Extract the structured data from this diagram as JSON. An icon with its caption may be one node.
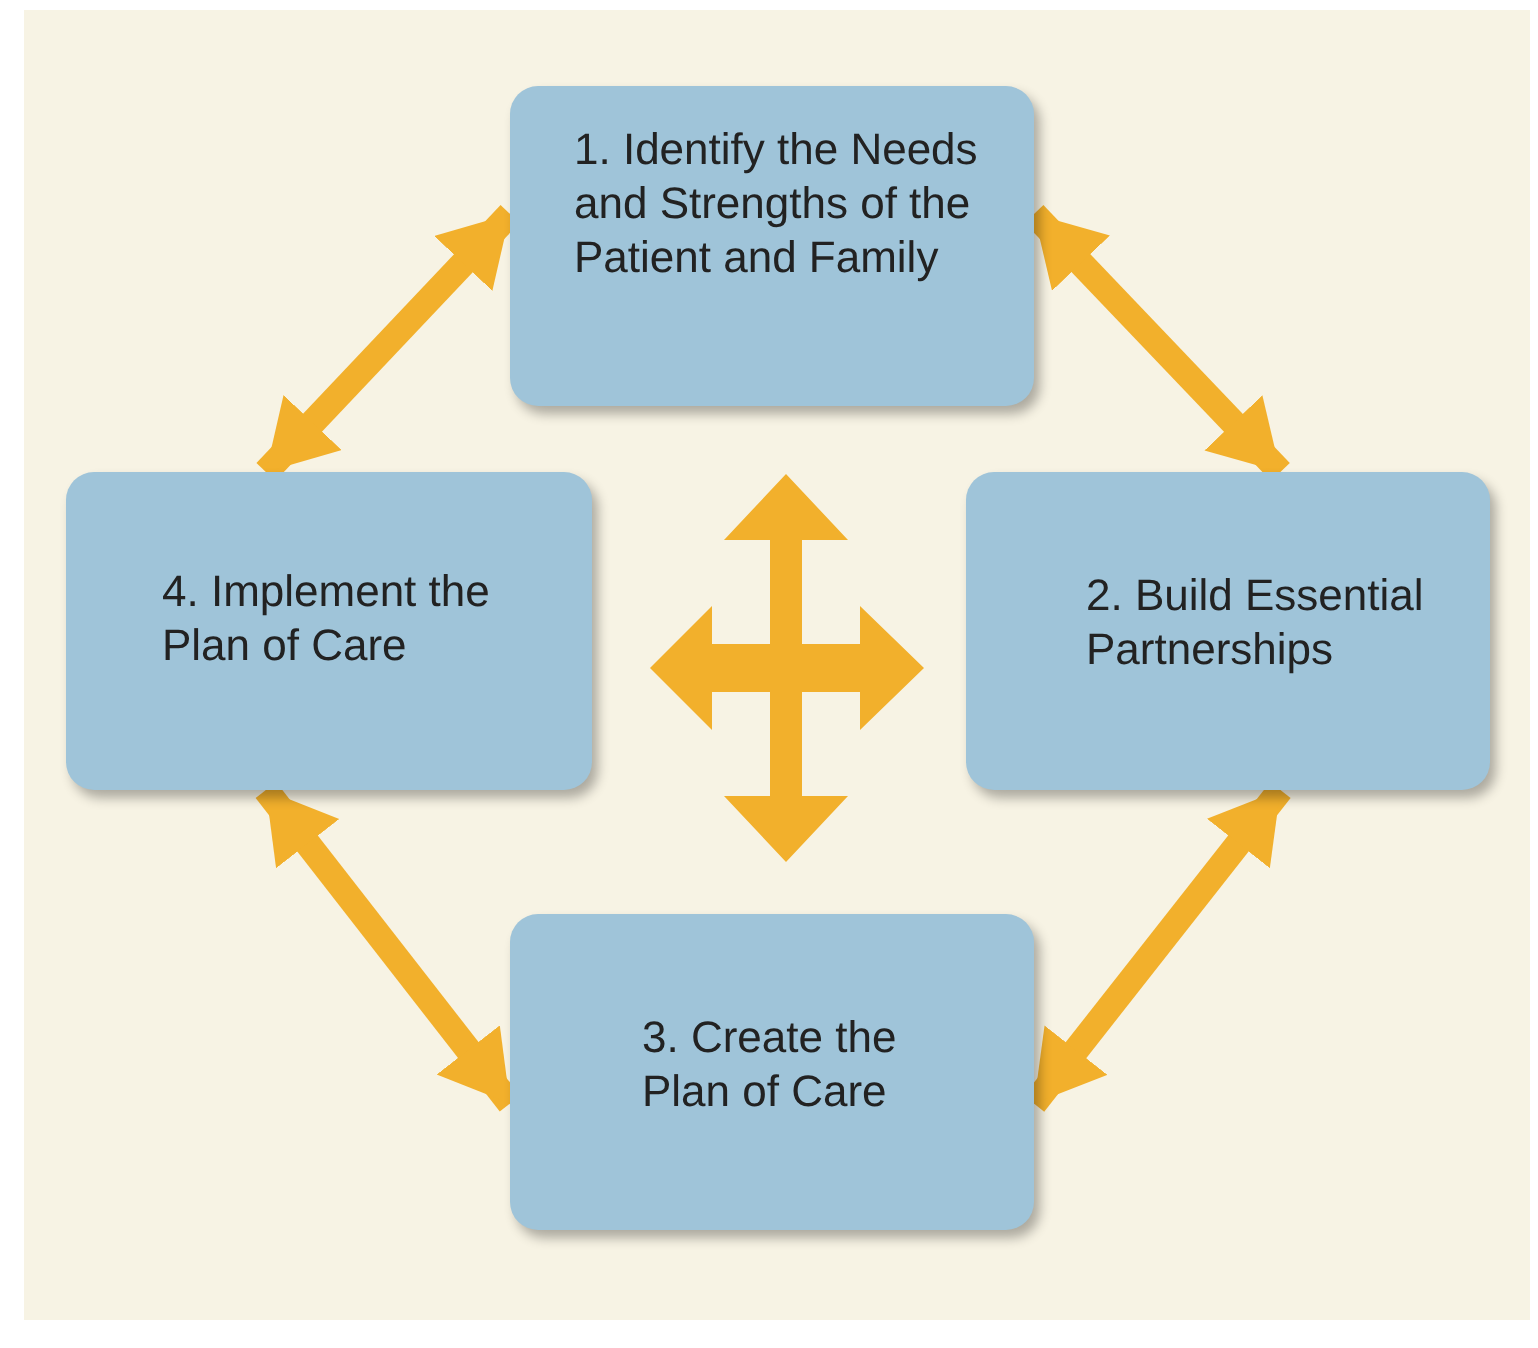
{
  "diagram": {
    "nodes": [
      {
        "text": [
          "1. Identify the Needs and Strengths of the Patient and Family"
        ]
      },
      {
        "text": [
          "2. Build Essential Partnerships"
        ]
      },
      {
        "text": [
          "3. Create the Plan of Care"
        ]
      },
      {
        "text": [
          "4. Implement the Plan of Care"
        ]
      }
    ],
    "edges": [
      {
        "from": 0,
        "to": 1,
        "arrow": "both"
      },
      {
        "from": 1,
        "to": 2,
        "arrow": "both"
      },
      {
        "from": 2,
        "to": 3,
        "arrow": "both"
      },
      {
        "from": 3,
        "to": 0,
        "arrow": "both"
      }
    ]
  }
}
